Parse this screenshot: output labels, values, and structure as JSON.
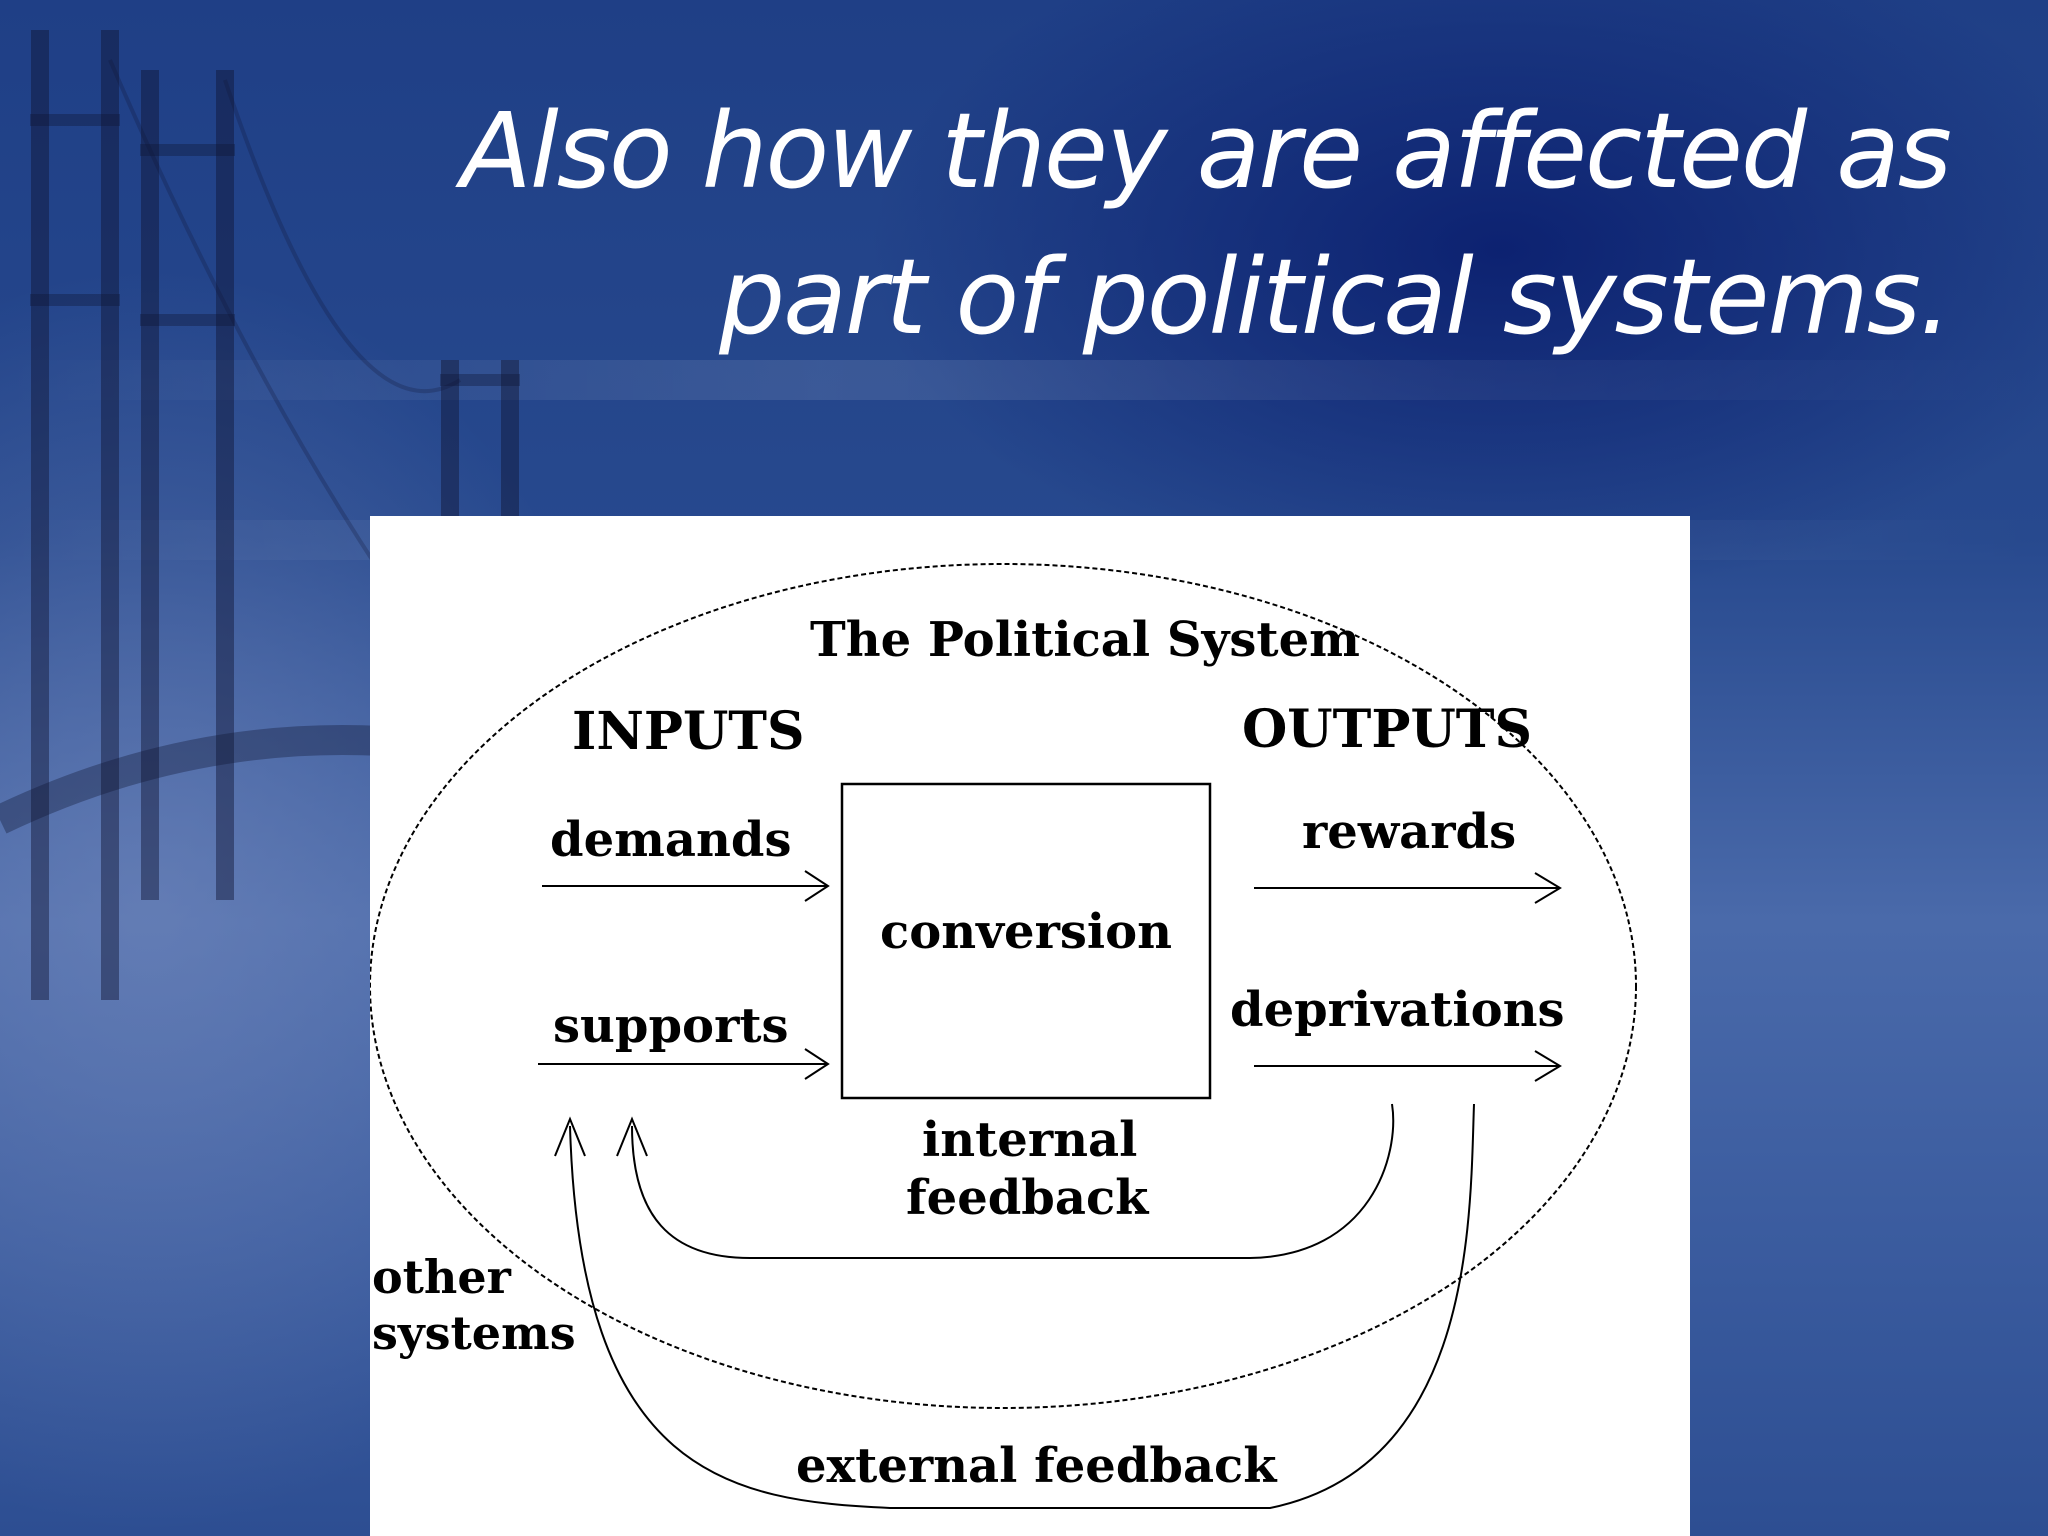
{
  "slide": {
    "title_lines": [
      "Also how they are affected as",
      "part of political systems."
    ]
  },
  "diagram": {
    "system_title": "The Political System",
    "inputs_heading": "INPUTS",
    "outputs_heading": "OUTPUTS",
    "inputs": [
      "demands",
      "supports"
    ],
    "outputs": [
      "rewards",
      "deprivations"
    ],
    "process": "conversion",
    "internal_feedback": [
      "internal",
      "feedback"
    ],
    "environment": [
      "other",
      "systems"
    ],
    "external_feedback": "external feedback"
  },
  "colors": {
    "title_text": "#ffffff",
    "panel": "#ffffff",
    "ink": "#000000",
    "background_blue": "#27498e"
  }
}
